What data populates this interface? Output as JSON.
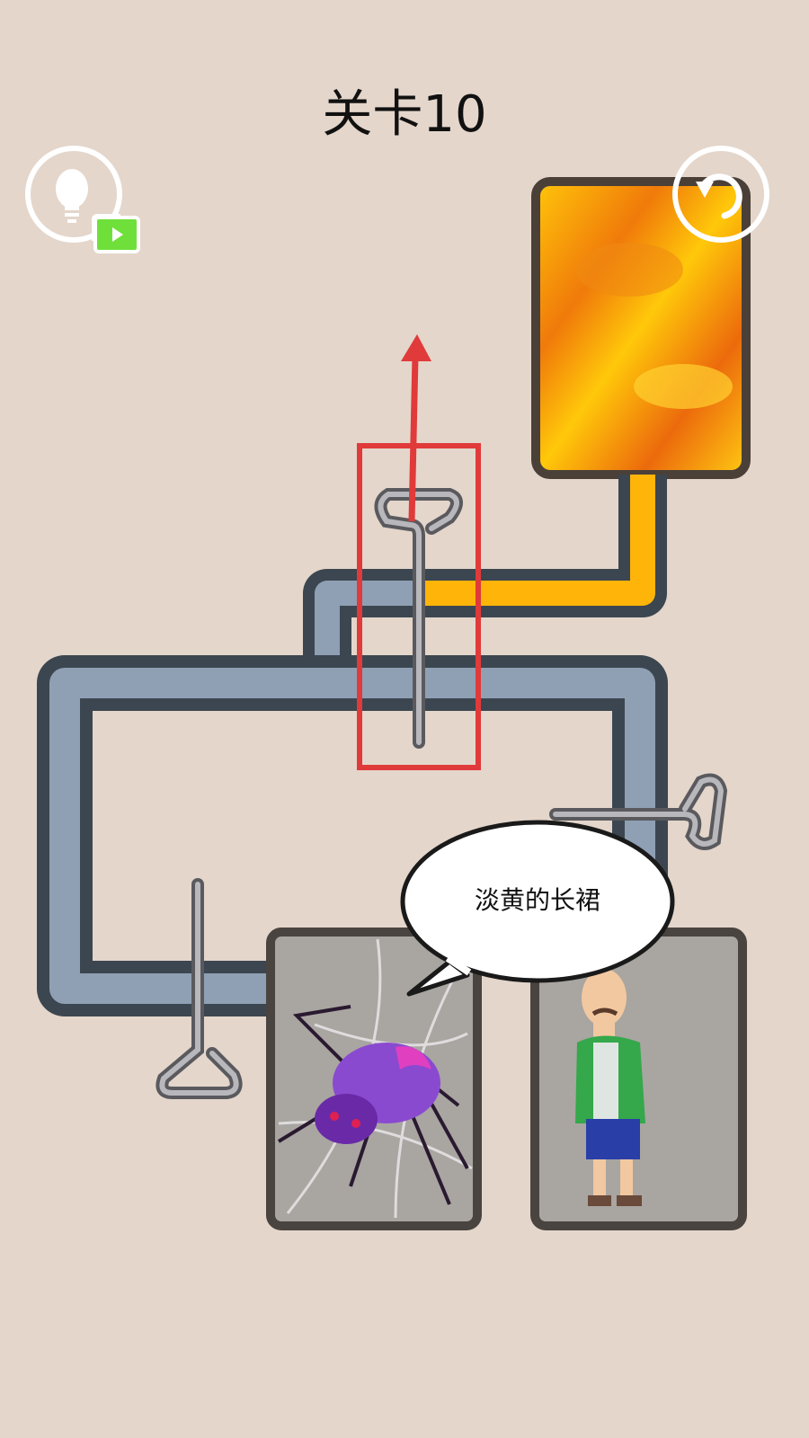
{
  "header": {
    "level_title": "关卡10"
  },
  "buttons": {
    "hint": "lightbulb-hint-video",
    "restart": "restart-icon"
  },
  "speech_bubble": {
    "text": "淡黄的长裙"
  },
  "colors": {
    "background": "#e4d6cb",
    "pipe": "#8fa0b4",
    "pipe_outline": "#3c4650",
    "lava": "#f7a20c",
    "highlight": "#e03a3a",
    "video_badge": "#6fe03a"
  },
  "hint_overlay": {
    "target": "center-pin",
    "direction": "up"
  }
}
